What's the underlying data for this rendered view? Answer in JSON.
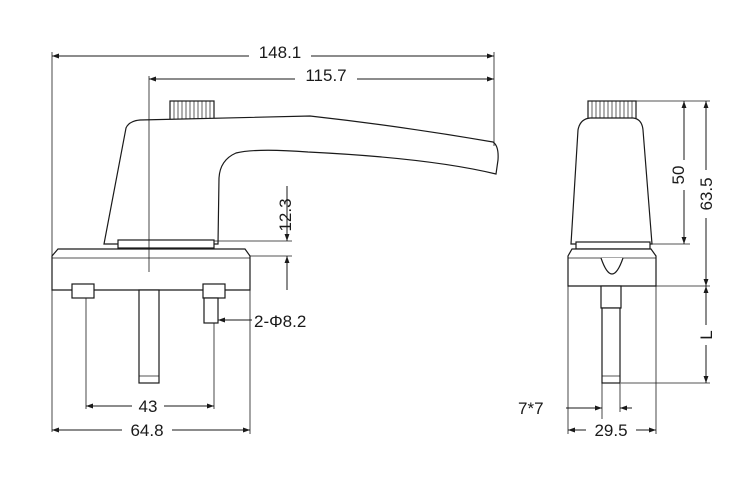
{
  "dimensions": {
    "overall_length": "148.1",
    "lever_length": "115.7",
    "base_height": "12.3",
    "screw_holes": "2-Φ8.2",
    "hole_spacing": "43",
    "base_length": "64.8",
    "side_height_50": "50",
    "side_height_635": "63.5",
    "spindle_length": "L",
    "spindle_square": "7*7",
    "base_width": "29.5"
  }
}
